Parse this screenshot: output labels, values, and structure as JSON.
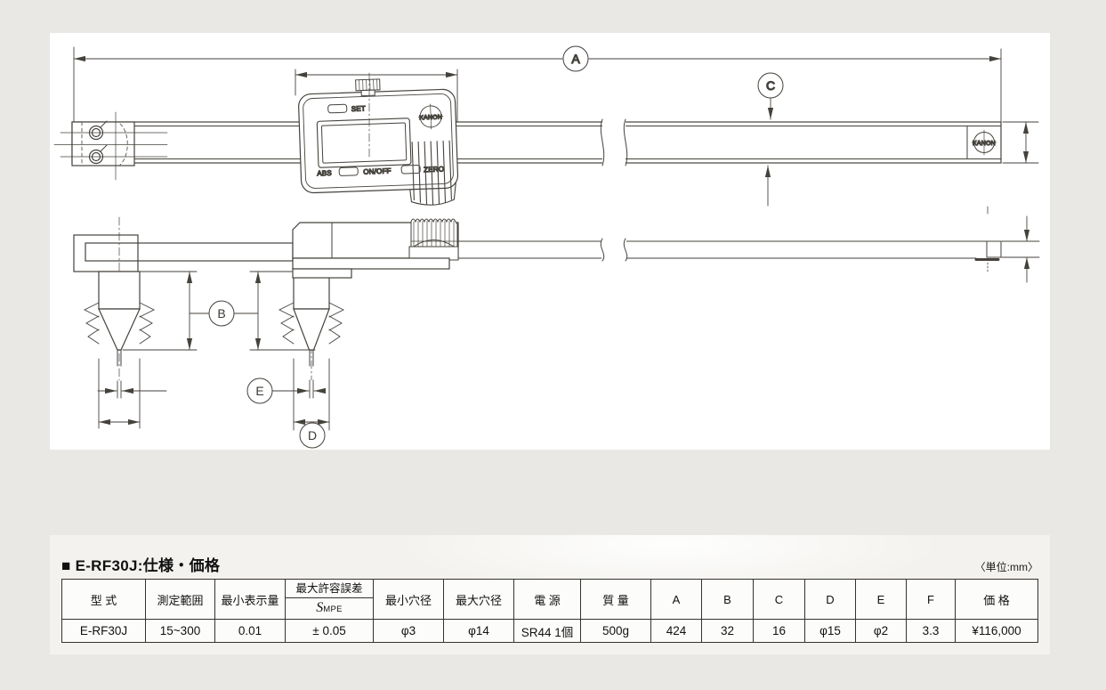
{
  "colors": {
    "page_bg": "#e9e8e5",
    "drawing_panel_bg": "#ffffff",
    "table_panel_bg": "#f3f2ee",
    "line": "#45423c",
    "table_border": "#35332e"
  },
  "drawing": {
    "brand": "KANON",
    "dim_labels": {
      "a": "A",
      "b": "B",
      "c": "C",
      "d": "D",
      "e": "E"
    },
    "display": {
      "set": "SET",
      "abs": "ABS",
      "onoff": "ON/OFF",
      "zero": "ZERO"
    }
  },
  "spec": {
    "title_marker": "■",
    "title": "E-RF30J:仕様・価格",
    "unit_note": "〈単位:mm〉",
    "headers": {
      "model": "型 式",
      "range": "測定範囲",
      "resolution": "最小表示量",
      "mpe_top": "最大許容誤差",
      "mpe_s": "S",
      "mpe_sub": "MPE",
      "min_hole": "最小穴径",
      "max_hole": "最大穴径",
      "power": "電 源",
      "mass": "質 量",
      "a": "A",
      "b": "B",
      "c": "C",
      "d": "D",
      "e": "E",
      "f": "F",
      "price": "価 格"
    },
    "row": {
      "model": "E-RF30J",
      "range": "15~300",
      "resolution": "0.01",
      "mpe": "± 0.05",
      "min_hole": "φ3",
      "max_hole": "φ14",
      "power": "SR44 1個",
      "mass": "500g",
      "a": "424",
      "b": "32",
      "c": "16",
      "d": "φ15",
      "e": "φ2",
      "f": "3.3",
      "price": "¥116,000"
    }
  }
}
